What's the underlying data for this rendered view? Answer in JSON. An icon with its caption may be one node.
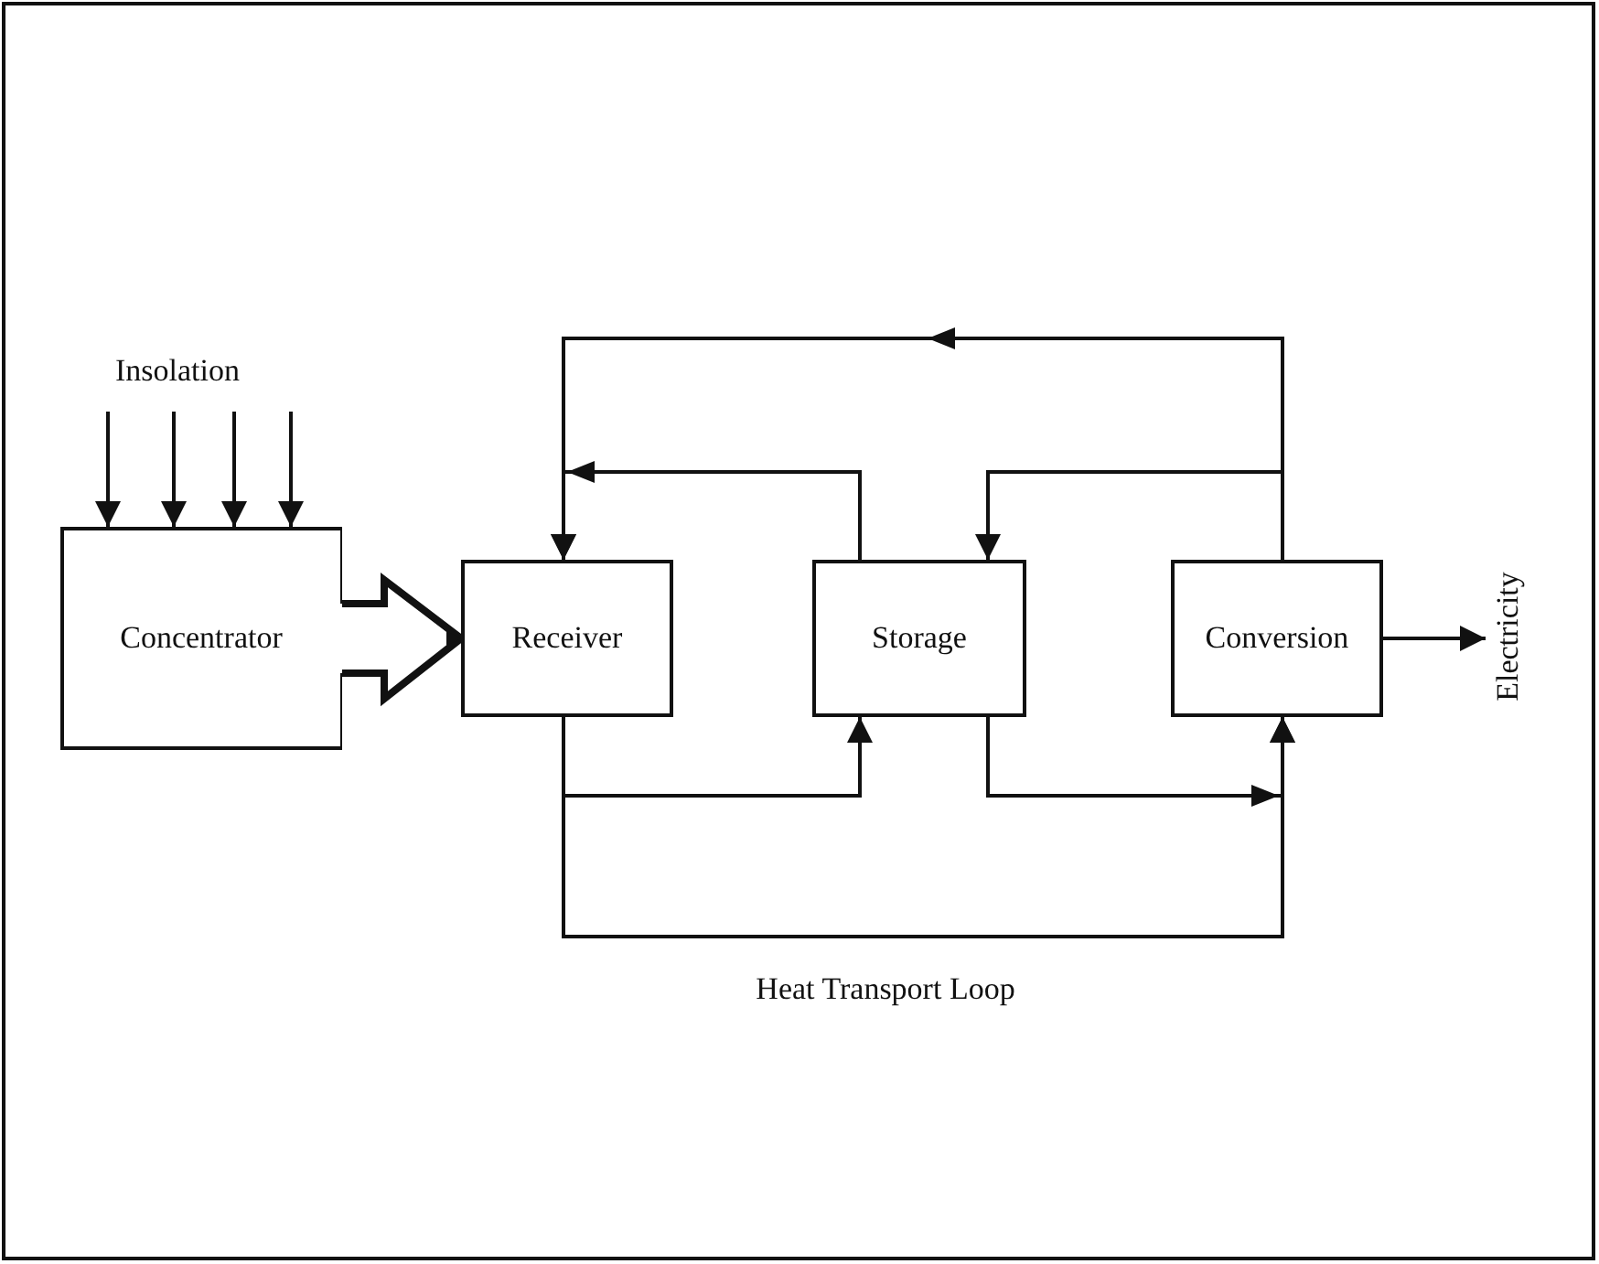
{
  "diagram": {
    "nodes": [
      {
        "text": [
          "Insolation"
        ]
      },
      {
        "text": [
          "Concentrator"
        ]
      },
      {
        "text": [
          "Receiver"
        ]
      },
      {
        "text": [
          "Storage"
        ]
      },
      {
        "text": [
          "Conversion"
        ]
      },
      {
        "text": [
          "Electricity"
        ]
      }
    ],
    "edges": [
      {
        "from": 0,
        "to": 1,
        "arrow": "to"
      },
      {
        "from": 0,
        "to": 1,
        "arrow": "to"
      },
      {
        "from": 0,
        "to": 1,
        "arrow": "to"
      },
      {
        "from": 0,
        "to": 1,
        "arrow": "to"
      },
      {
        "from": 1,
        "to": 2,
        "arrow": "to",
        "style": "thick"
      },
      {
        "from": 4,
        "to": 2,
        "arrow": "to"
      },
      {
        "from": 3,
        "to": 2,
        "arrow": "to"
      },
      {
        "from": 4,
        "to": 3,
        "arrow": "to"
      },
      {
        "from": 2,
        "to": 3,
        "arrow": "to"
      },
      {
        "from": 2,
        "to": 4,
        "arrow": "to"
      },
      {
        "from": 3,
        "to": 4,
        "arrow": "to"
      },
      {
        "from": 4,
        "to": 5,
        "arrow": "to"
      }
    ],
    "labels": [
      "Heat Transport Loop"
    ]
  }
}
